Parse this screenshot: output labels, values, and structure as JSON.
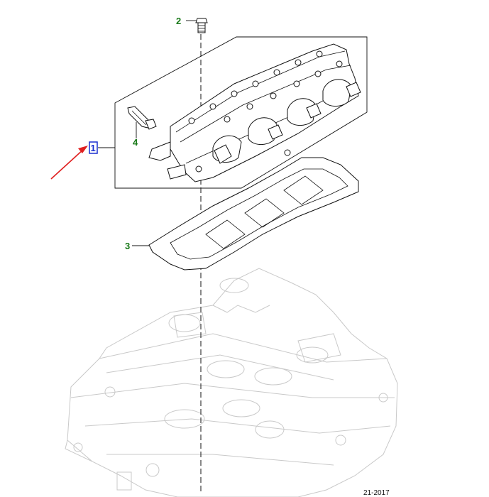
{
  "callouts": {
    "c1": "1",
    "c2": "2",
    "c3": "3",
    "c4": "4"
  },
  "reference_code": "21-2017",
  "colors": {
    "callout_green": "#1a7a1a",
    "callout_blue": "#1a2fd0",
    "arrow_red": "#e02020",
    "ghost_gray": "#c9c9c9"
  }
}
